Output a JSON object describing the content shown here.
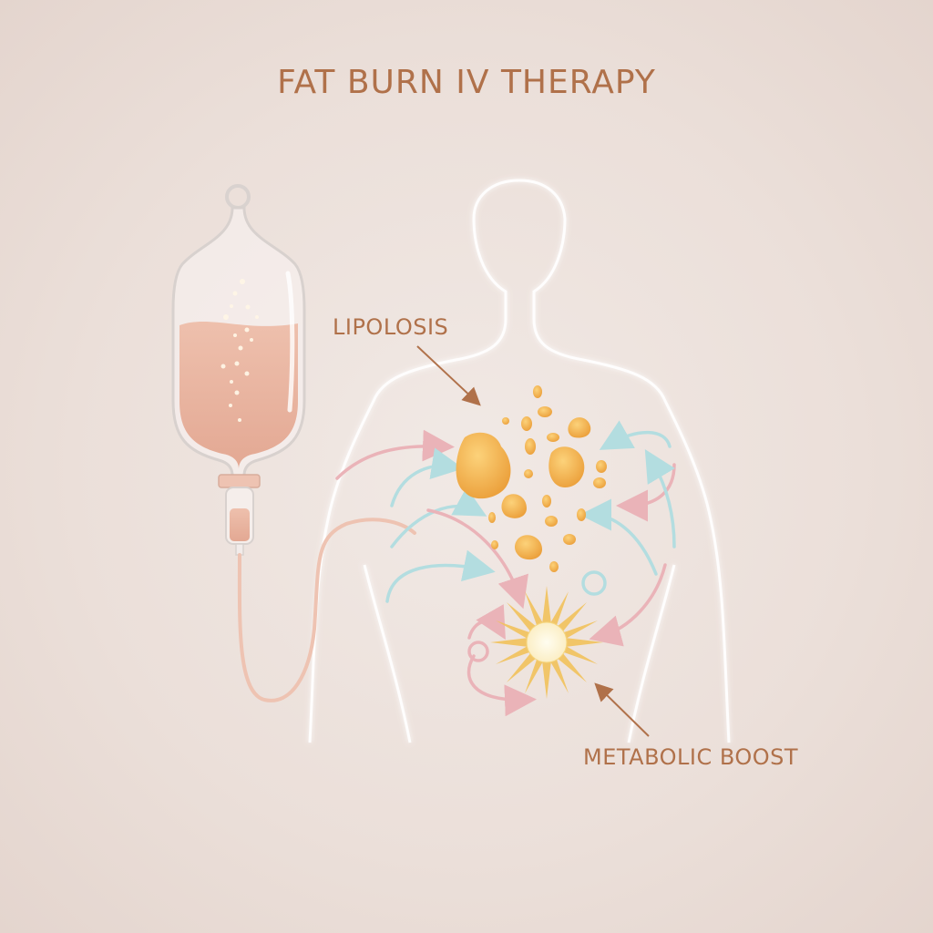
{
  "title": "FAT BURN IV THERAPY",
  "labels": {
    "lipolysis": "LIPOLOSIS",
    "metabolic": "METABOLIC BOOST"
  },
  "colors": {
    "text": "#b0714a",
    "fluid": "#e9b9a6",
    "fat": "#f0ad45",
    "arrow_pink": "#eab3b8",
    "arrow_blue": "#b3dde0",
    "sun": "#f2c25c",
    "outline": "#ffffff"
  },
  "diagram": {
    "nodes": [
      "IV bag",
      "Body silhouette",
      "Fat cells (lipolysis)",
      "Metabolic boost (sun)"
    ],
    "elements": [
      "iv-bag",
      "drip-chamber",
      "iv-tube",
      "body-outline",
      "fat-cells",
      "circulation-arrows",
      "sun-burst"
    ]
  }
}
